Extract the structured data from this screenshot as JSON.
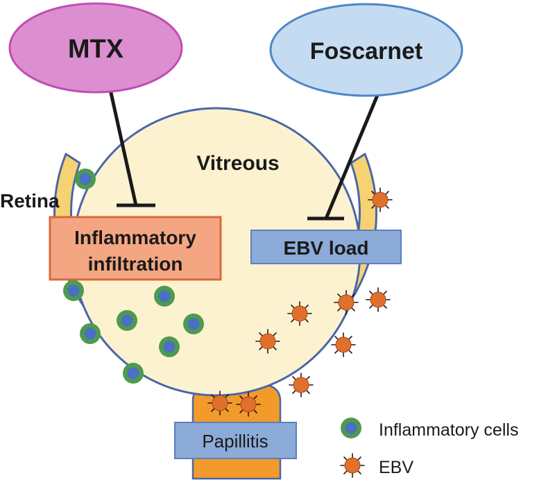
{
  "drugs": {
    "left": "MTX",
    "right": "Foscarnet"
  },
  "compartment": "Vitreous",
  "tissue": "Retina",
  "targets": {
    "left_line1": "Inflammatory",
    "left_line2": "infiltration",
    "right": "EBV load"
  },
  "lesion": "Papillitis",
  "legend": {
    "cells": "Inflammatory cells",
    "virus": "EBV"
  },
  "colors": {
    "mtx_fill": "#dc8fd0",
    "mtx_stroke": "#c24cb3",
    "foscarnet_fill": "#c5dbf1",
    "foscarnet_stroke": "#4d86c5",
    "vitreous_fill": "#fdf2cf",
    "retina_fill": "#f7d272",
    "ring_stroke": "#4a66a8",
    "inflammation_box_fill": "#f4a683",
    "inflammation_box_stroke": "#d9693b",
    "ebv_box_fill": "#8cabd8",
    "ebv_box_stroke": "#5b7fbf",
    "cell_outer": "#4e9a4e",
    "cell_inner": "#4b6fc2",
    "virus_fill": "#e0702c",
    "papilla_fill": "#f29a2a"
  }
}
